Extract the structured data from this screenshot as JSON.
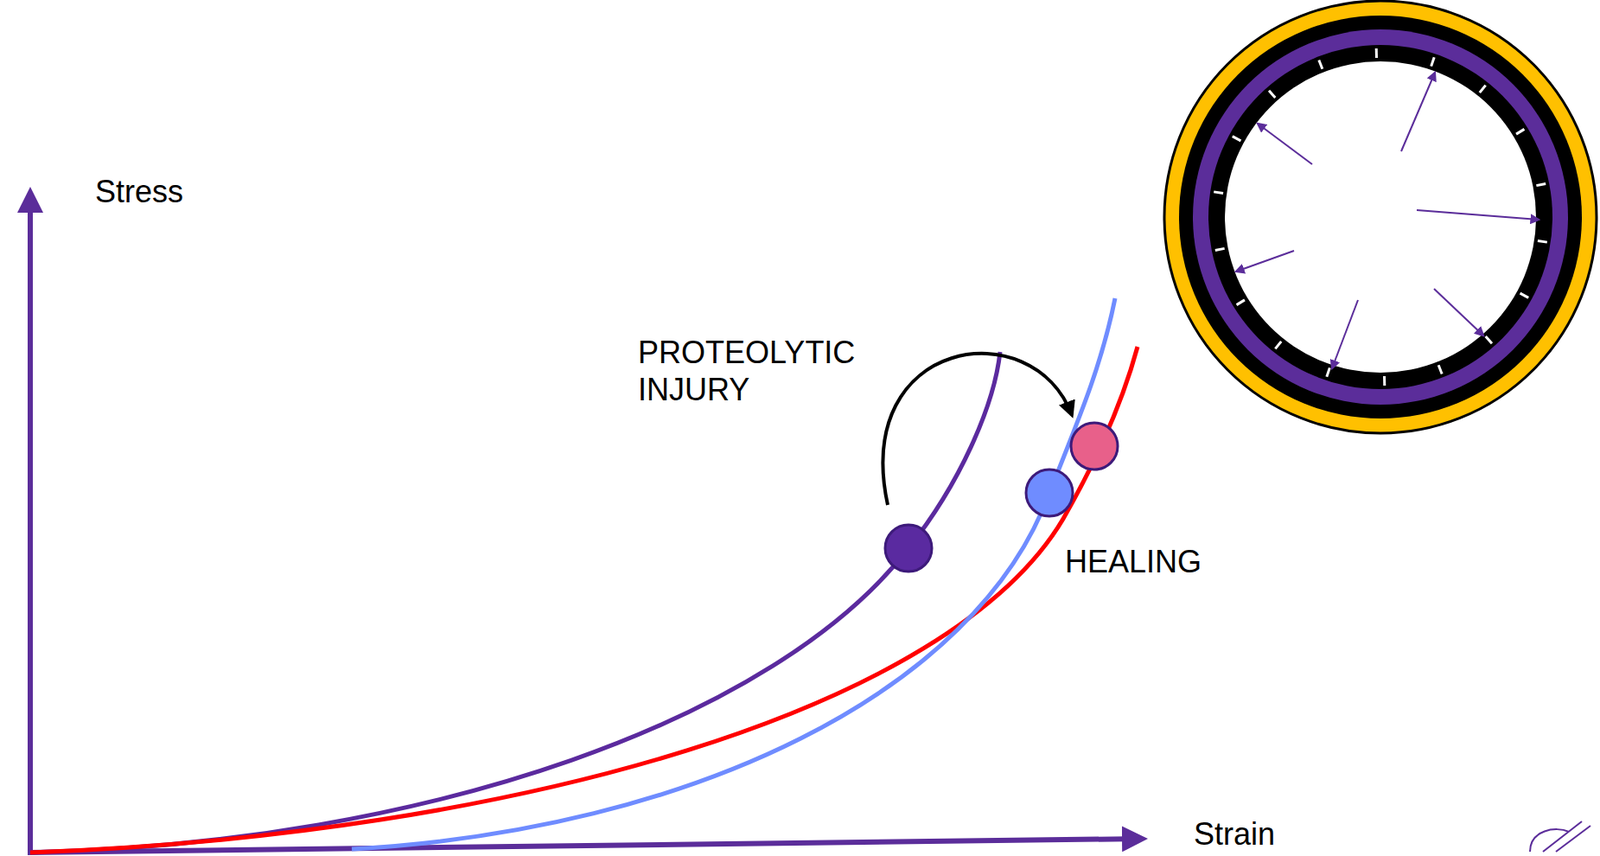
{
  "diagram": {
    "labels": [
      "Stress",
      "Strain",
      "PROTEOLYTIC INJURY",
      "HEALING"
    ]
  }
}
